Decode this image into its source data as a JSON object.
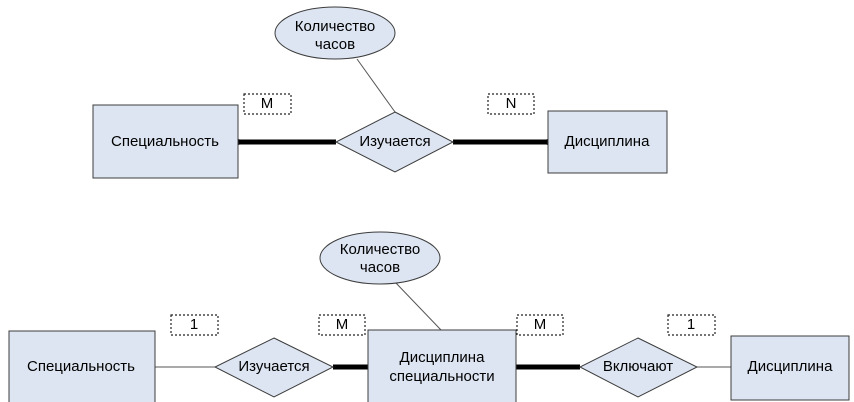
{
  "colors": {
    "shape_fill": "#dde5f2",
    "shape_stroke": "#3c3c3c",
    "line": "#000000",
    "background": "#ffffff"
  },
  "diagram1": {
    "entity_left": "Специальность",
    "entity_right": "Дисциплина",
    "relationship": "Изучается",
    "attribute": [
      "Количество",
      "часов"
    ],
    "card_left": "M",
    "card_right": "N"
  },
  "diagram2": {
    "entity_left": "Специальность",
    "relationship_left": "Изучается",
    "entity_middle": [
      "Дисциплина",
      "специальности"
    ],
    "relationship_right": "Включают",
    "entity_right": "Дисциплина",
    "attribute": [
      "Количество",
      "часов"
    ],
    "card_1": "1",
    "card_2": "M",
    "card_3": "M",
    "card_4": "1"
  }
}
